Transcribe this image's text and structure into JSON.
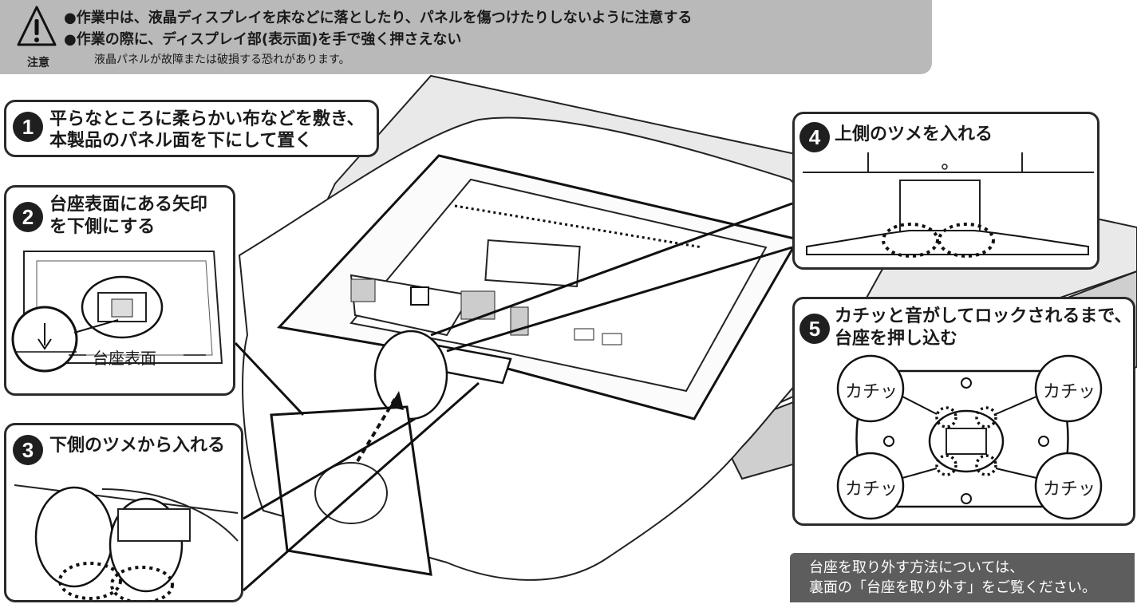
{
  "caution": {
    "label": "注意",
    "line1": "●作業中は、液晶ディスプレイを床などに落としたり、パネルを傷つけたりしないように注意する",
    "line2": "●作業の際に、ディスプレイ部(表示面)を手で強く押さえない",
    "line3": "液晶パネルが故障または破損する恐れがあります。",
    "icon": "warning-triangle-icon"
  },
  "steps": [
    {
      "number": "1",
      "title_line1": "平らなところに柔らかい布などを敷き、",
      "title_line2": "本製品のパネル面を下にして置く"
    },
    {
      "number": "2",
      "title_line1": "台座表面にある矢印",
      "title_line2": "を下側にする",
      "callout": "台座表面"
    },
    {
      "number": "3",
      "title_line1": "下側のツメから入れる"
    },
    {
      "number": "4",
      "title_line1": "上側のツメを入れる"
    },
    {
      "number": "5",
      "title_line1": "カチッと音がしてロックされるまで、",
      "title_line2": "台座を押し込む",
      "click_label": "カチッ"
    }
  ],
  "note": {
    "line1": "台座を取り外す方法については、",
    "line2": "裏面の「台座を取り外す」をご覧ください。"
  },
  "colors": {
    "banner": "#b9b9b9",
    "note_bg": "#5d5d5d",
    "ink": "#1f1f1f"
  }
}
